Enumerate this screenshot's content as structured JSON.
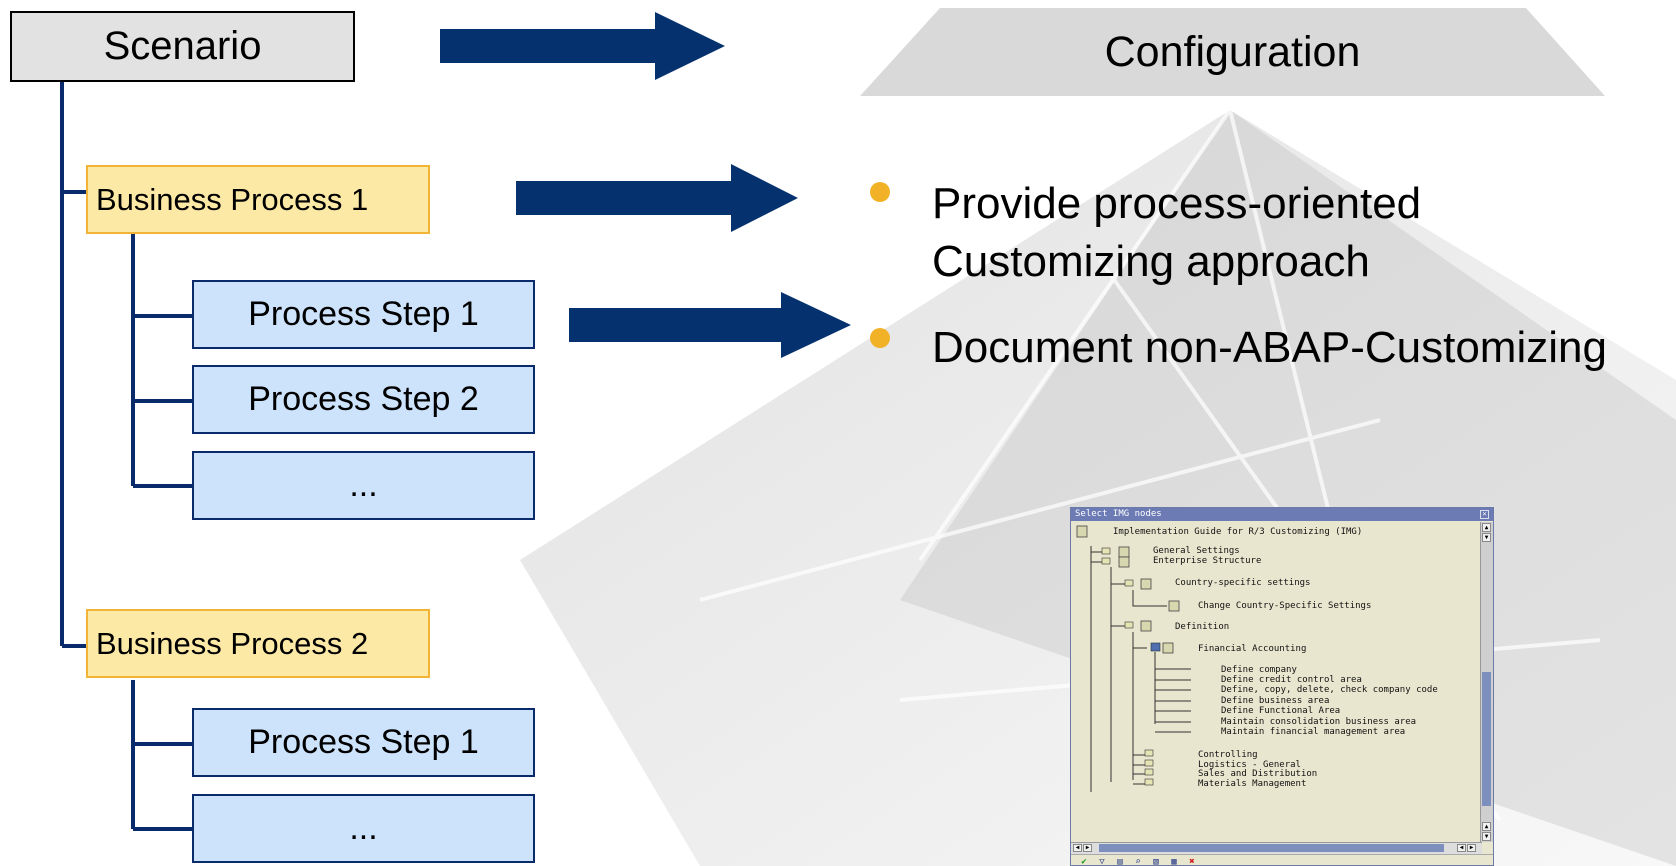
{
  "diagram": {
    "scenario": "Scenario",
    "business_process_1": "Business Process 1",
    "business_process_2": "Business Process 2",
    "bp1_steps": [
      "Process Step 1",
      "Process Step 2",
      "..."
    ],
    "bp2_steps": [
      "Process Step 1",
      "..."
    ]
  },
  "configuration": {
    "title": "Configuration",
    "bullets": [
      [
        "Provide process-oriented",
        "Customizing approach"
      ],
      [
        "Document non-ABAP-Customizing"
      ]
    ]
  },
  "img_window": {
    "title": "Select IMG nodes",
    "root": "Implementation Guide for R/3 Customizing (IMG)",
    "general_settings": "General Settings",
    "enterprise_structure": "Enterprise Structure",
    "country_specific": "Country-specific settings",
    "change_country": "Change Country-Specific Settings",
    "definition": "Definition",
    "financial_accounting": "Financial Accounting",
    "fa_items": [
      "Define company",
      "Define credit control area",
      "Define, copy, delete, check company code",
      "Define business area",
      "Define Functional Area",
      "Maintain consolidation business area",
      "Maintain financial management area"
    ],
    "other_nodes": [
      "Controlling",
      "Logistics - General",
      "Sales and Distribution",
      "Materials Management"
    ]
  },
  "colors": {
    "arrow": "#05326e",
    "connector": "#0a2b6b",
    "bullet": "#f2b228",
    "scenario_fill": "#e2e2e2",
    "bp_fill": "#fde9a6",
    "step_fill": "#cde3fb"
  }
}
